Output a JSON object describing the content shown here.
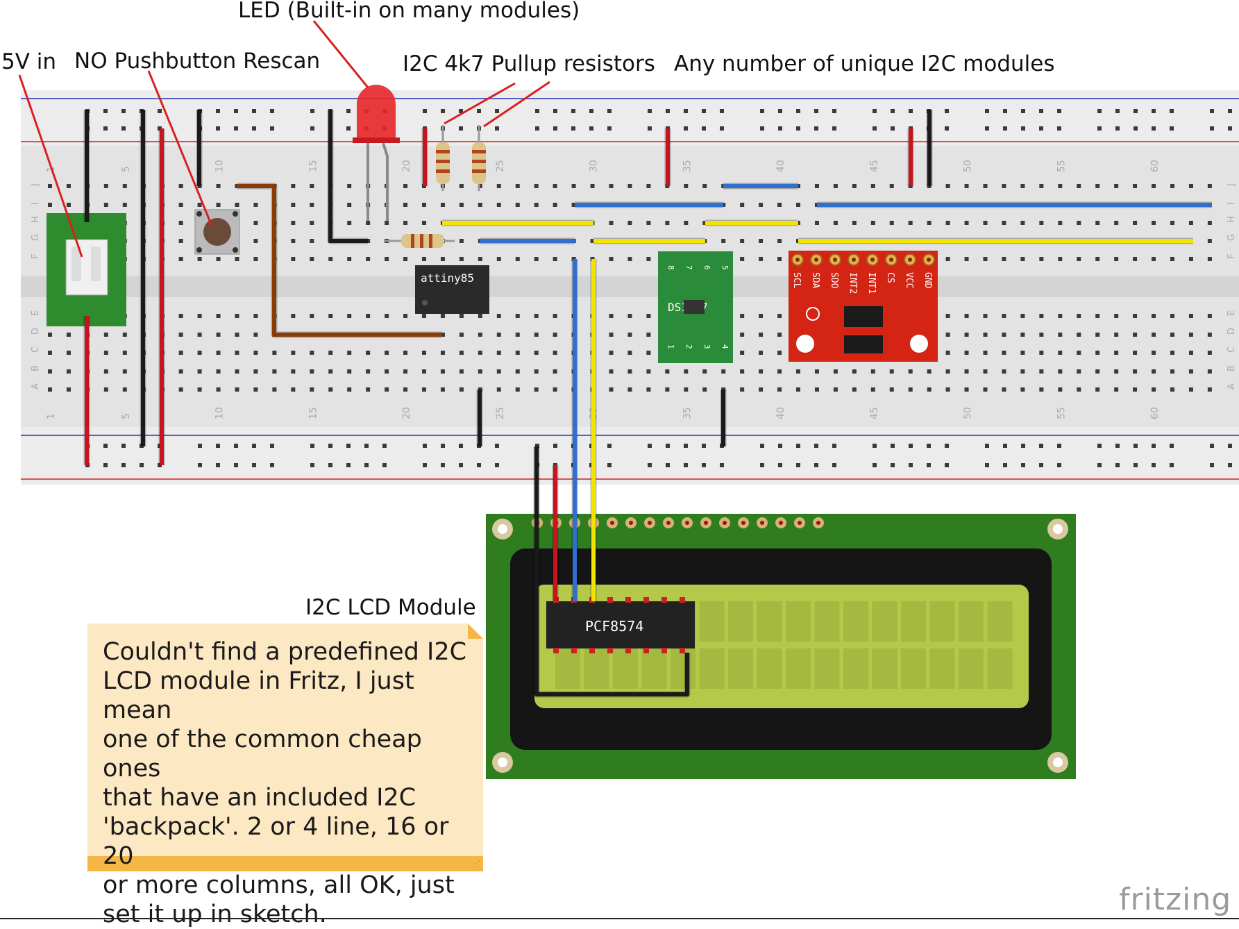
{
  "labels": {
    "led": "LED (Built-in on many modules)",
    "power": "5V in",
    "pushbutton": "NO Pushbutton Rescan",
    "pullups": "I2C 4k7 Pullup resistors",
    "modules": "Any number of unique I2C modules",
    "lcd_module": "I2C LCD Module"
  },
  "components": {
    "mcu": "attiny85",
    "rtc": "DS1307",
    "io_expander": "PCF8574",
    "accel_pins": [
      "SCL",
      "SDA",
      "SDO",
      "INT2",
      "INT1",
      "CS",
      "VCC",
      "GND"
    ],
    "rtc_pins_top": [
      "8",
      "7",
      "6",
      "5"
    ],
    "rtc_pins_bottom": [
      "1",
      "2",
      "3",
      "4"
    ]
  },
  "breadboard": {
    "column_numbers": [
      "1",
      "5",
      "10",
      "15",
      "20",
      "25",
      "30",
      "35",
      "40",
      "45",
      "50",
      "55",
      "60"
    ],
    "row_letters_top": [
      "J",
      "I",
      "H",
      "G",
      "F"
    ],
    "row_letters_bottom": [
      "E",
      "D",
      "C",
      "B",
      "A"
    ]
  },
  "note": {
    "text": "Couldn't find a predefined I2C\nLCD module in Fritz, I just mean\none of the common cheap ones\nthat have an included I2C\n'backpack'. 2 or 4 line, 16 or 20\nor more columns, all OK, just\nset it up in sketch."
  },
  "watermark": "fritzing",
  "colors": {
    "wire_red": "#c8141e",
    "wire_black": "#1a1a1a",
    "wire_blue": "#2f6fd0",
    "wire_yellow": "#f2e400",
    "wire_brown": "#8b3b06",
    "leader": "#d92020",
    "board_green": "#2e8b2e",
    "accel_red": "#d32414",
    "lcd_screen": "#b4c84a",
    "note_bg": "#fde8c4",
    "note_bar": "#f6b646"
  }
}
